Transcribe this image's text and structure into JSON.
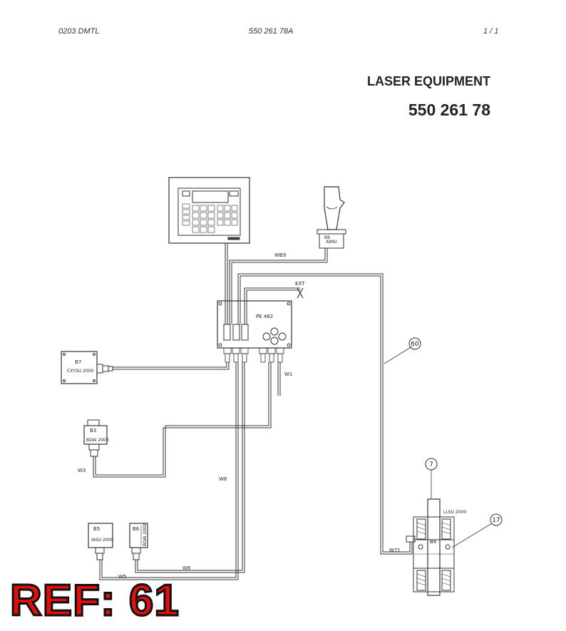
{
  "header": {
    "left": "0203 DMTL",
    "center": "550 261 78A",
    "right": "1 /  1"
  },
  "title": "LASER EQUIPMENT",
  "part_number": "550 261 78",
  "diagram": {
    "display_unit": {},
    "joystick": {
      "label_top": "B9",
      "label_bottom": "AIMU"
    },
    "control_box": {
      "label": "PE 462"
    },
    "ext_label": "EXT",
    "sensors": {
      "b7": {
        "id": "B7",
        "model": "CXYSU 2000"
      },
      "b3": {
        "id": "B3",
        "model": "BDAI 2000"
      },
      "b5": {
        "id": "B5",
        "model": "IASU 2000"
      },
      "b6": {
        "id": "B6",
        "model": "BDAI 2000"
      },
      "b4": {
        "id": "B4",
        "model": "LLSU 2000"
      }
    },
    "wires": {
      "wb9": "WB9",
      "w1": "W1",
      "w3": "W3",
      "w8": "W8",
      "w5": "W5",
      "w6": "W6",
      "w71": "W71"
    },
    "callouts": {
      "c60": "60",
      "c7": "7",
      "c17": "17"
    }
  },
  "ref_stamp": "REF: 61"
}
